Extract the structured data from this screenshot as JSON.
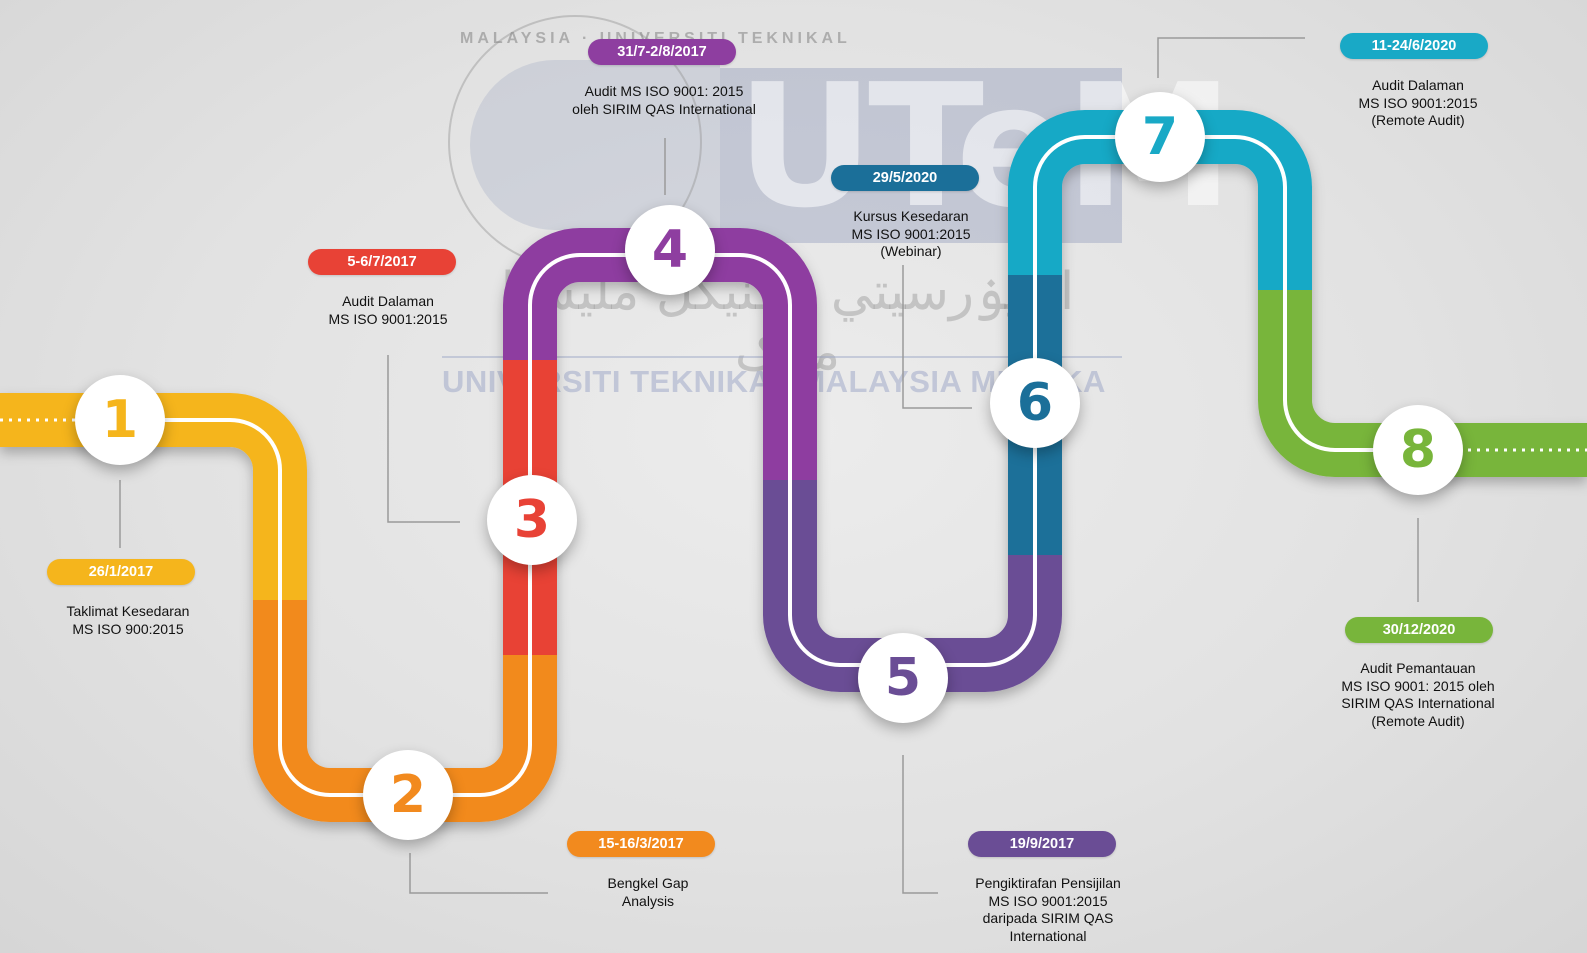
{
  "watermark": {
    "logo_text": "UTeM",
    "ring_text": "MALAYSIA · UNIVERSITI TEKNIKAL",
    "jawi_text": "اونيۏرسيتي تيکنيکل مليسيا ملاک",
    "university_name": "UNIVERSITI TEKNIKAL MALAYSIA MELAKA"
  },
  "milestones": [
    {
      "number": "1",
      "date": "26/1/2017",
      "color": "#f5b51c",
      "lines": [
        "Taklimat Kesedaran",
        "MS ISO 900:2015"
      ]
    },
    {
      "number": "2",
      "date": "15-16/3/2017",
      "color": "#f28a1e",
      "lines": [
        "Bengkel Gap",
        "Analysis"
      ]
    },
    {
      "number": "3",
      "date": "5-6/7/2017",
      "color": "#e84236",
      "lines": [
        "Audit Dalaman",
        "MS ISO 9001:2015"
      ]
    },
    {
      "number": "4",
      "date": "31/7-2/8/2017",
      "color": "#8e3ea0",
      "lines": [
        "Audit MS ISO 9001: 2015",
        "oleh SIRIM QAS International"
      ]
    },
    {
      "number": "5",
      "date": "19/9/2017",
      "color": "#6a4d95",
      "lines": [
        "Pengiktirafan Pensijilan",
        "MS ISO 9001:2015",
        "daripada SIRIM QAS",
        "International"
      ]
    },
    {
      "number": "6",
      "date": "29/5/2020",
      "color": "#1b6f99",
      "lines": [
        "Kursus Kesedaran",
        "MS ISO 9001:2015",
        "(Webinar)"
      ]
    },
    {
      "number": "7",
      "date": "11-24/6/2020",
      "color": "#19a9c6",
      "lines": [
        "Audit Dalaman",
        "MS ISO 9001:2015",
        "(Remote Audit)"
      ]
    },
    {
      "number": "8",
      "date": "30/12/2020",
      "color": "#78b53b",
      "lines": [
        "Audit Pemantauan",
        "MS ISO 9001: 2015 oleh",
        "SIRIM QAS International",
        "(Remote Audit)"
      ]
    }
  ]
}
